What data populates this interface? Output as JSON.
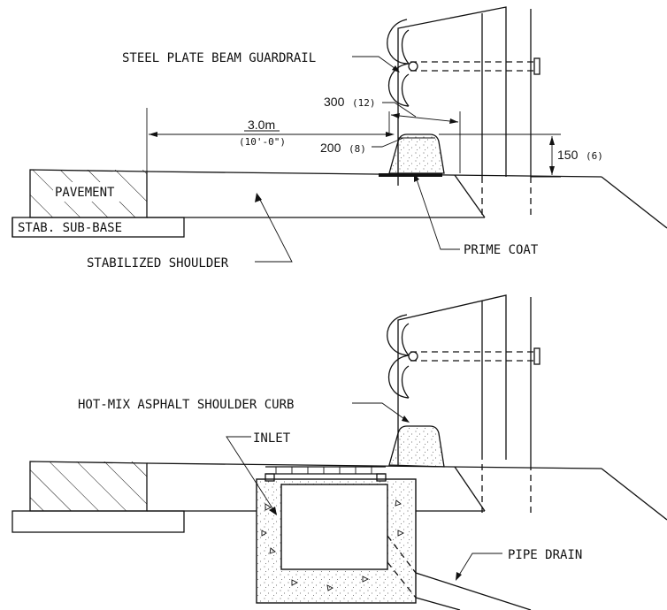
{
  "upper_detail": {
    "guardrail_label": "STEEL PLATE BEAM GUARDRAIL",
    "offset_metric": "3.0m",
    "offset_imperial": "(10'-0\")",
    "top_width_metric": "300",
    "top_width_imperial": "(12)",
    "bottom_width_metric": "200",
    "bottom_width_imperial": "(8)",
    "curb_height_metric": "150",
    "curb_height_imperial": "(6)",
    "pavement_label": "PAVEMENT",
    "subbase_label": "STAB.  SUB-BASE",
    "prime_coat_label": "PRIME COAT",
    "shoulder_label": "STABILIZED SHOULDER"
  },
  "lower_detail": {
    "curb_label": "HOT-MIX ASPHALT SHOULDER CURB",
    "inlet_label": "INLET",
    "pipe_label": "PIPE DRAIN"
  }
}
